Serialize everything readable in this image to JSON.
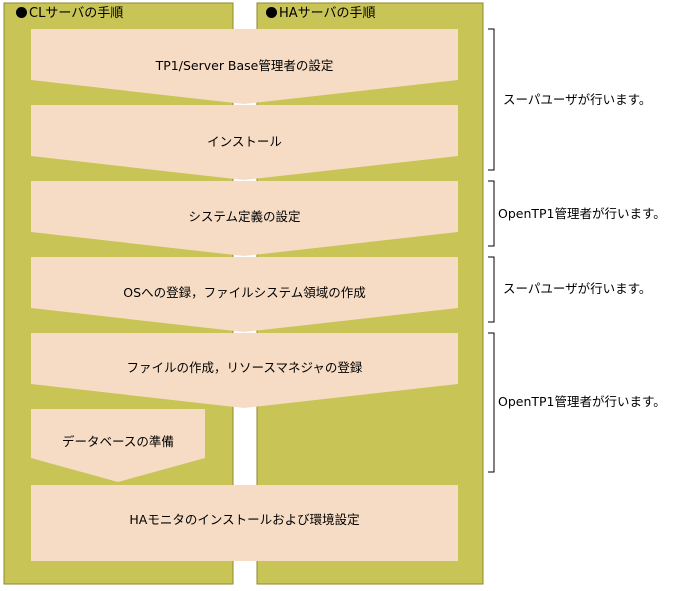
{
  "lanes": {
    "cl_header": "CLサーバの手順",
    "ha_header": "HAサーバの手順"
  },
  "steps": [
    {
      "label": "TP1/Server Base管理者の設定"
    },
    {
      "label": "インストール"
    },
    {
      "label": "システム定義の設定"
    },
    {
      "label": "OSへの登録，ファイルシステム領域の作成"
    },
    {
      "label": "ファイルの作成，リソースマネジャの登録"
    },
    {
      "label": "データベースの準備"
    },
    {
      "label": "HAモニタのインストールおよび環境設定"
    }
  ],
  "notes": [
    {
      "label": "スーパユーザが行います。"
    },
    {
      "label": "OpenTP1管理者が行います。"
    },
    {
      "label": "スーパユーザが行います。"
    },
    {
      "label": "OpenTP1管理者が行います。"
    }
  ],
  "colors": {
    "lane_fill": "#c9c456",
    "lane_border": "#8d8a2e",
    "step_fill": "#f6dcc5",
    "bracket": "#000000"
  }
}
